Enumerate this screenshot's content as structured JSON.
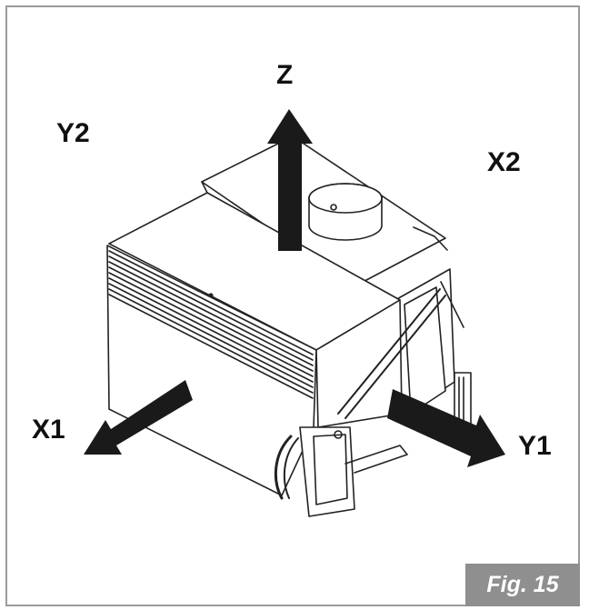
{
  "axes": {
    "z": "Z",
    "y2": "Y2",
    "x2": "X2",
    "x1": "X1",
    "y1": "Y1"
  },
  "figure_label": "Fig. 15",
  "colors": {
    "frame": "#9a9a9a",
    "arrow": "#1a1a1a",
    "label_background": "#8f8f8f"
  },
  "icons": [
    "arrow-up-icon",
    "arrow-left-down-icon",
    "arrow-right-down-icon"
  ]
}
